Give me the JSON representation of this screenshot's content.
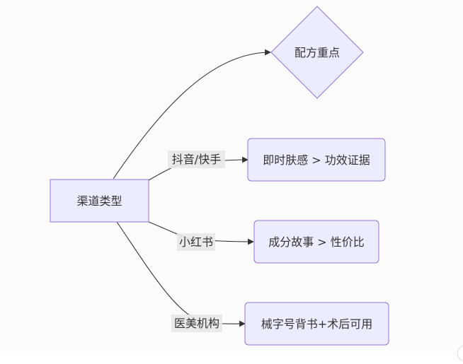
{
  "diagram": {
    "type": "flowchart",
    "colors": {
      "node_fill": "#ECECFF",
      "node_stroke": "#9370DB",
      "edge": "#333333",
      "label_bg": "#e8e8e8",
      "text": "#333333"
    },
    "nodes": {
      "source": "渠道类型",
      "formula": "配方重点",
      "immediate": "即时肤感 > 功效证据",
      "ingredients": "成分故事 > 性价比",
      "endorsement": "械字号背书+术后可用"
    },
    "edges": {
      "douyin": "抖音/快手",
      "xiaohongshu": "小红书",
      "medical": "医美机构"
    }
  }
}
